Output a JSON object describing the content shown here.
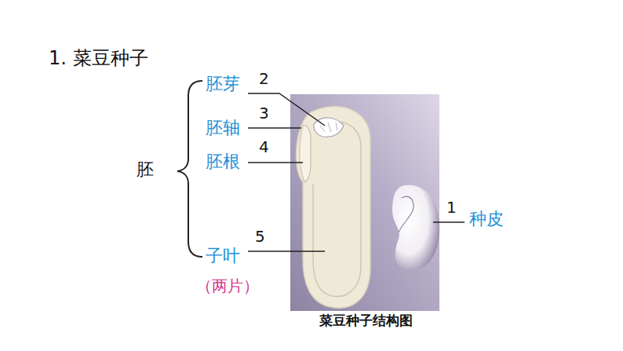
{
  "diagram": {
    "title": "1. 菜豆种子",
    "caption": "菜豆种子结构图",
    "labels": [
      "胚芽",
      "2",
      "胚轴",
      "3",
      "胚根",
      "4",
      "胚",
      "子叶",
      "5",
      "（两片）",
      "1",
      "种皮"
    ]
  }
}
